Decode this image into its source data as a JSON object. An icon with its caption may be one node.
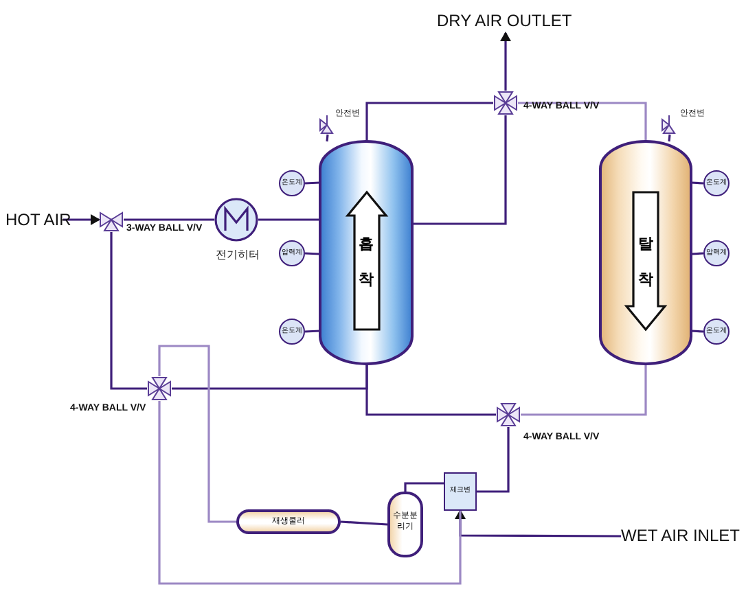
{
  "diagram": {
    "nodes": [
      {
        "text": [
          "HOT AIR"
        ]
      },
      {
        "text": [
          "3-WAY BALL V/V"
        ]
      },
      {
        "text": [
          "전기히터"
        ]
      },
      {
        "text": [
          "흡착"
        ]
      },
      {
        "text": [
          "탈착"
        ]
      },
      {
        "text": [
          "4-WAY BALL V/V"
        ]
      },
      {
        "text": [
          "DRY AIR OUTLET"
        ]
      },
      {
        "text": [
          "4-WAY BALL V/V"
        ]
      },
      {
        "text": [
          "4-WAY BALL V/V"
        ]
      },
      {
        "text": [
          "재생쿨러"
        ]
      },
      {
        "text": [
          "수분분리기"
        ]
      },
      {
        "text": [
          "체크변"
        ]
      },
      {
        "text": [
          "WET AIR INLET"
        ]
      },
      {
        "text": [
          "안전변"
        ]
      },
      {
        "text": [
          "안전변"
        ]
      },
      {
        "text": [
          "온도계"
        ]
      },
      {
        "text": [
          "압력계"
        ]
      },
      {
        "text": [
          "온도계"
        ]
      },
      {
        "text": [
          "온도계"
        ]
      },
      {
        "text": [
          "압력계"
        ]
      },
      {
        "text": [
          "온도계"
        ]
      }
    ],
    "edges": [
      {
        "from": 0,
        "to": 1,
        "arrow": "to"
      },
      {
        "from": 1,
        "to": 2,
        "arrow": "none"
      },
      {
        "from": 2,
        "to": 3,
        "arrow": "none"
      },
      {
        "from": 1,
        "to": 7,
        "arrow": "none"
      },
      {
        "from": 3,
        "to": 5,
        "arrow": "none"
      },
      {
        "from": 4,
        "to": 5,
        "arrow": "none",
        "color": "#9c88c4"
      },
      {
        "from": 5,
        "to": 6,
        "arrow": "to"
      },
      {
        "from": 3,
        "to": 5,
        "arrow": "none"
      },
      {
        "from": 3,
        "to": 8,
        "arrow": "none"
      },
      {
        "from": 4,
        "to": 8,
        "arrow": "none",
        "color": "#9c88c4"
      },
      {
        "from": 7,
        "to": 3,
        "arrow": "none"
      },
      {
        "from": 7,
        "to": 9,
        "arrow": "none",
        "color": "#9c88c4"
      },
      {
        "from": 8,
        "to": 11,
        "arrow": "none"
      },
      {
        "from": 12,
        "to": 11,
        "arrow": "to"
      },
      {
        "from": 11,
        "to": 7,
        "arrow": "none",
        "color": "#9c88c4"
      },
      {
        "from": 9,
        "to": 10,
        "arrow": "none"
      },
      {
        "from": 10,
        "to": 11,
        "arrow": "none"
      },
      {
        "from": 13,
        "to": 3,
        "arrow": "none"
      },
      {
        "from": 14,
        "to": 4,
        "arrow": "none"
      },
      {
        "from": 15,
        "to": 3,
        "arrow": "none"
      },
      {
        "from": 16,
        "to": 3,
        "arrow": "none"
      },
      {
        "from": 17,
        "to": 3,
        "arrow": "none"
      },
      {
        "from": 18,
        "to": 4,
        "arrow": "none"
      },
      {
        "from": 19,
        "to": 4,
        "arrow": "none"
      },
      {
        "from": 20,
        "to": 4,
        "arrow": "none"
      }
    ]
  }
}
